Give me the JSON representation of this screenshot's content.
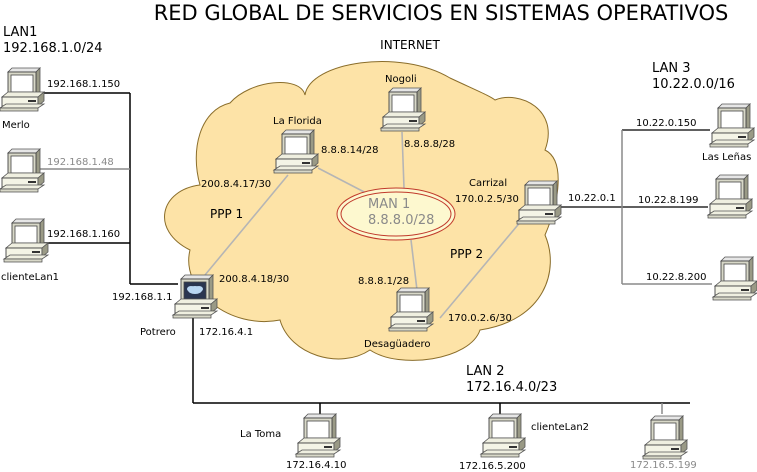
{
  "title": "RED GLOBAL DE SERVICIOS EN SISTEMAS OPERATIVOS",
  "internet_label": "INTERNET",
  "lans": {
    "lan1": {
      "name": "LAN1",
      "net": "192.168.1.0/24"
    },
    "lan2": {
      "name": "LAN 2",
      "net": "172.16.4.0/23"
    },
    "lan3": {
      "name": "LAN 3",
      "net": "10.22.0.0/16"
    }
  },
  "man": {
    "name": "MAN 1",
    "net": "8.8.8.0/28"
  },
  "ppp": {
    "ppp1": "PPP 1",
    "ppp2": "PPP 2"
  },
  "hosts": {
    "merlo": {
      "name": "Merlo",
      "ip": "192.168.1.150"
    },
    "lan1_host2": {
      "ip": "192.168.1.48"
    },
    "clientelan1": {
      "name": "clienteLan1",
      "ip": "192.168.1.160"
    },
    "potrero": {
      "name": "Potrero",
      "ip_lan1": "192.168.1.1",
      "ip_lan2": "172.16.4.1",
      "ip_ppp": "200.8.4.18/30"
    },
    "la_florida": {
      "name": "La Florida",
      "ip_ppp": "200.8.4.17/30",
      "ip_man": "8.8.8.14/28"
    },
    "nogoli": {
      "name": "Nogoli",
      "ip_man": "8.8.8.8/28"
    },
    "carrizal": {
      "name": "Carrizal",
      "ip_ppp": "170.0.2.5/30",
      "ip_lan3": "10.22.0.1"
    },
    "desaguadero": {
      "name": "Desagüadero",
      "ip_man": "8.8.8.1/28",
      "ip_ppp": "170.0.2.6/30"
    },
    "las_lenas": {
      "name": "Las Leñas",
      "ip": "10.22.0.150"
    },
    "lan3_host2": {
      "ip": "10.22.8.199"
    },
    "lan3_host3": {
      "ip": "10.22.8.200"
    },
    "la_toma": {
      "name": "La Toma",
      "ip": "172.16.4.10"
    },
    "clientelan2": {
      "name": "clienteLan2",
      "ip": "172.16.5.200"
    },
    "lan2_host3": {
      "ip": "172.16.5.199"
    }
  },
  "colors": {
    "cloud_fill": "#fde3a7",
    "cloud_stroke": "#8a6d2a",
    "man_fill": "#fdf8cf",
    "man_stroke": "#c0392b",
    "link_gray": "#b5b5b5"
  }
}
